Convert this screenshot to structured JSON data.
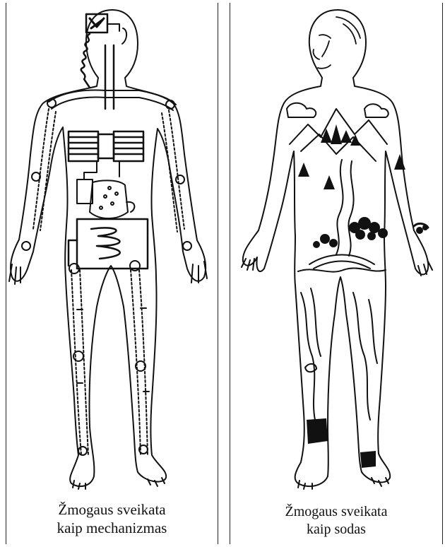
{
  "panels": [
    {
      "caption_line1": "Žmogaus sveikata",
      "caption_line2": "kaip mechanizmas",
      "icon": "mechanical-body-icon"
    },
    {
      "caption_line1": "Žmogaus sveikata",
      "caption_line2": "kaip sodas",
      "icon": "garden-body-icon"
    }
  ]
}
